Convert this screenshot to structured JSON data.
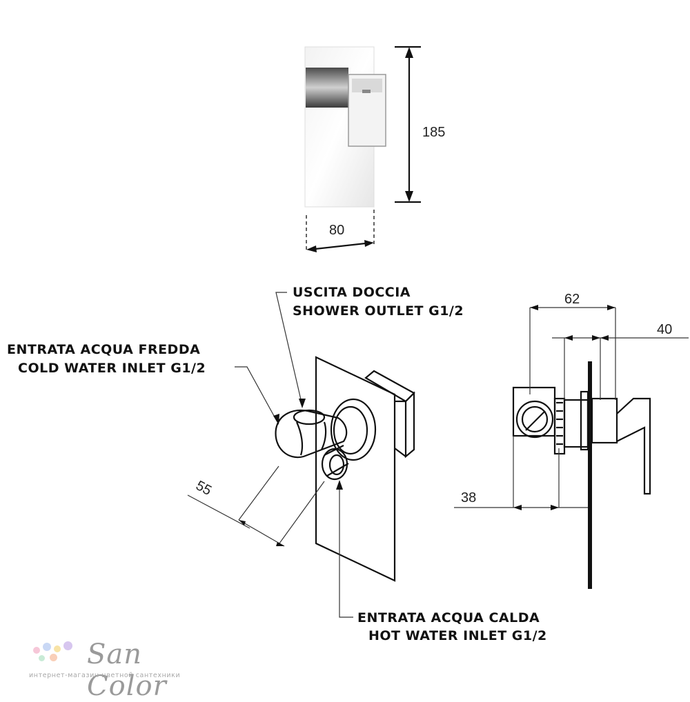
{
  "dimensions": {
    "height_185": "185",
    "width_80": "80",
    "depth_62": "62",
    "depth_40": "40",
    "depth_38": "38",
    "offset_55": "55"
  },
  "callouts": {
    "shower_outlet_it": "USCITA DOCCIA",
    "shower_outlet_en": "SHOWER OUTLET G1/2",
    "cold_inlet_it": "ENTRATA ACQUA FREDDA",
    "cold_inlet_en": "COLD WATER INLET G1/2",
    "hot_inlet_it": "ENTRATA ACQUA CALDA",
    "hot_inlet_en": "HOT WATER INLET G1/2"
  },
  "logo": {
    "name": "San Color",
    "tagline": "интернет-магазин цветной сантехники",
    "dot_colors": [
      "#f6c7d8",
      "#c9d8f5",
      "#f8e3a6",
      "#d7c6ef",
      "#c8ebd6",
      "#f9cfb8"
    ]
  }
}
